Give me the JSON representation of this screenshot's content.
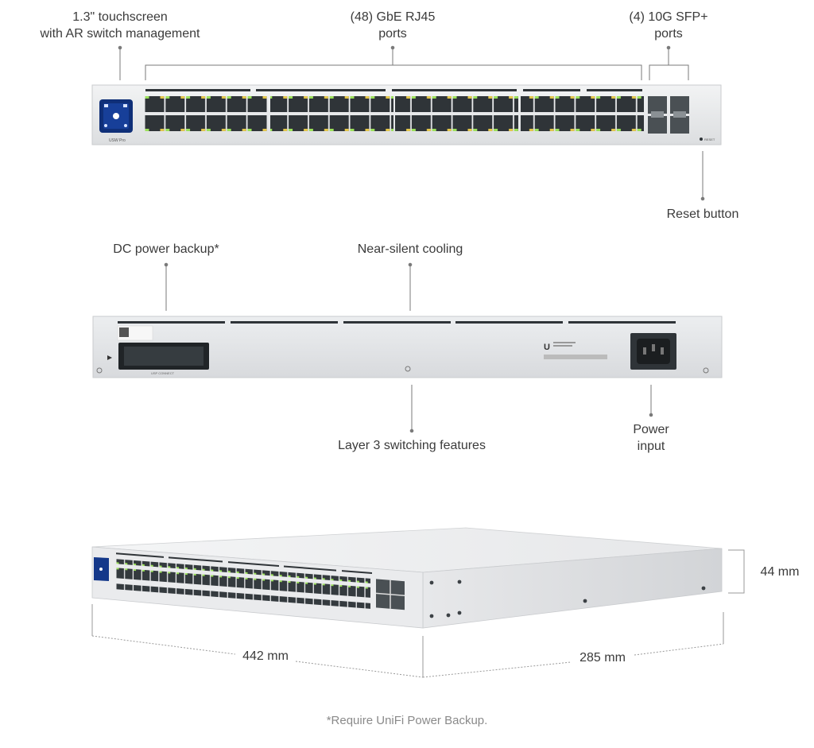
{
  "callouts": {
    "touchscreen_line1": "1.3\" touchscreen",
    "touchscreen_line2": "with AR switch management",
    "rj45_line1": "(48) GbE RJ45",
    "rj45_line2": "ports",
    "sfp_line1": "(4) 10G SFP+",
    "sfp_line2": "ports",
    "reset": "Reset button",
    "dc_power": "DC power backup*",
    "cooling": "Near-silent cooling",
    "layer3": "Layer 3 switching features",
    "power_line1": "Power",
    "power_line2": "input"
  },
  "dimensions": {
    "height": "44 mm",
    "width": "442 mm",
    "depth": "285 mm"
  },
  "device": {
    "model_tag": "USW Pro",
    "reset_tag": "RESET",
    "usp_tag": "USP CONNECT"
  },
  "footnote": "*Require UniFi Power Backup.",
  "colors": {
    "chassis": "#e6e7e9",
    "port": "#2e3337",
    "led_green": "#9be05a",
    "led_amber": "#e7c54a",
    "screen": "#123a8c",
    "leader_line": "#777777"
  }
}
